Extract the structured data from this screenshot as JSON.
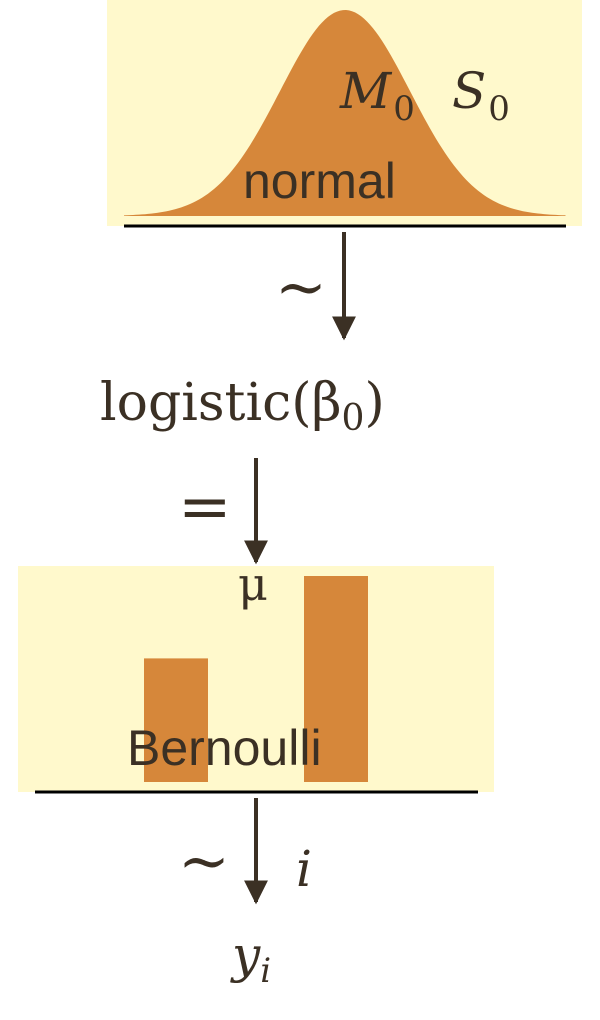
{
  "colors": {
    "panel_fill": "#FFF9CC",
    "shape_fill": "#D6873A",
    "ink": "#3B3024"
  },
  "prior": {
    "distribution_label": "normal",
    "param_m": "M",
    "param_m_sub": "0",
    "param_s": "S",
    "param_s_sub": "0"
  },
  "relation_1": {
    "symbol": "~"
  },
  "transform": {
    "prefix": "logistic(",
    "beta": "β",
    "beta_sub": "0",
    "suffix": ")"
  },
  "relation_2": {
    "symbol": "="
  },
  "likelihood": {
    "param_mu": "μ",
    "distribution_label": "Bernoulli",
    "bar_levels": [
      0.6,
      1.0
    ]
  },
  "relation_3": {
    "symbol": "~",
    "index": "i"
  },
  "data_node": {
    "variable": "y",
    "subscript": "i"
  }
}
